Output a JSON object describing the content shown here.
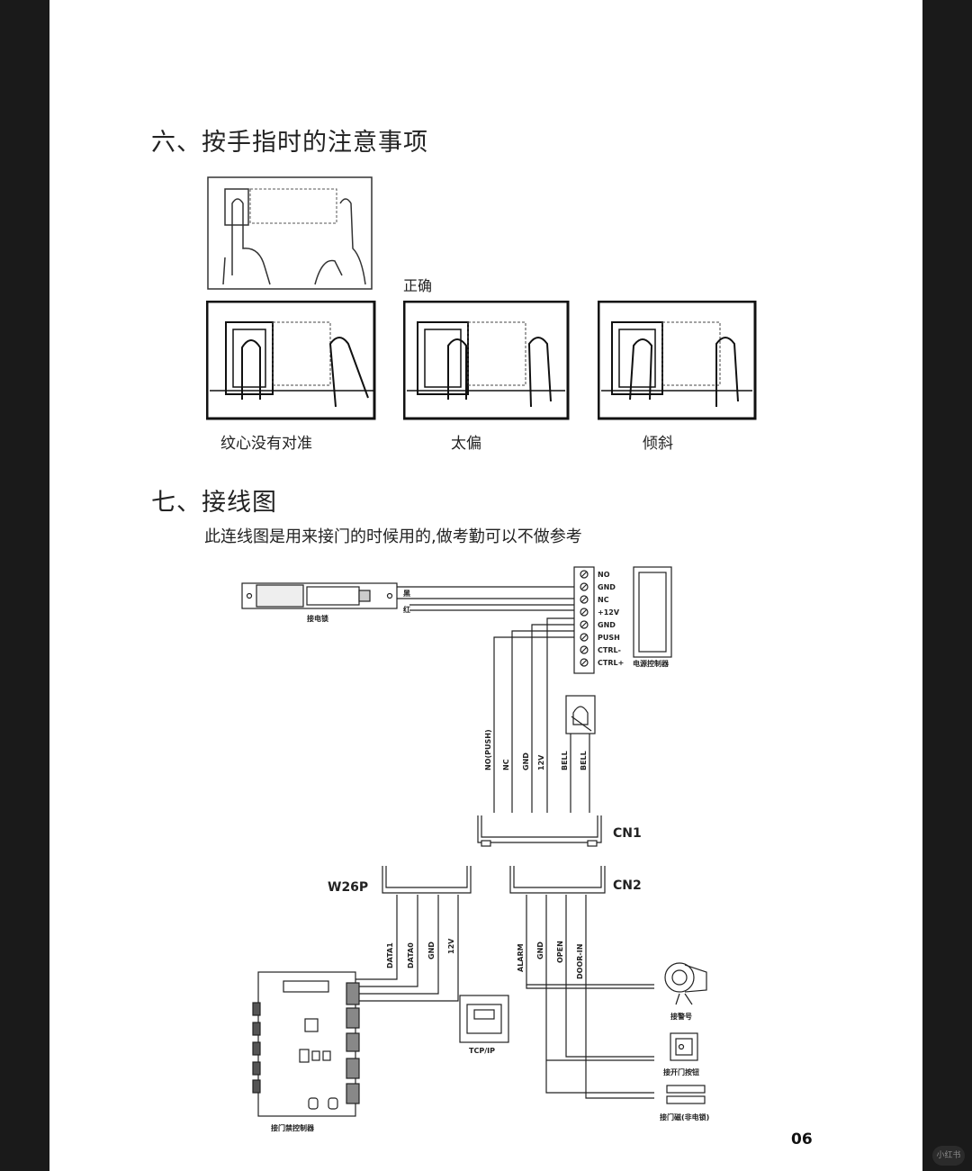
{
  "section6": {
    "title": "六、按手指时的注意事项",
    "correct_label": "正确",
    "captions": [
      "纹心没有对准",
      "太偏",
      "倾斜"
    ]
  },
  "section7": {
    "title": "七、接线图",
    "intro": "此连线图是用来接门的时候用的,做考勤可以不做参考"
  },
  "lock": {
    "label": "接电锁",
    "wire_black": "黑",
    "wire_red": "红"
  },
  "power_terminals": [
    "NO",
    "GND",
    "NC",
    "+12V",
    "GND",
    "PUSH",
    "CTRL-",
    "CTRL+"
  ],
  "power_controller_label": "电源控制器",
  "cn1": {
    "label": "CN1",
    "wires": [
      "NO(PUSH)",
      "NC",
      "GND",
      "12V",
      "BELL",
      "BELL"
    ]
  },
  "w26p": {
    "label": "W26P",
    "wires": [
      "DATA1",
      "DATA0",
      "GND",
      "12V"
    ]
  },
  "cn2": {
    "label": "CN2",
    "wires": [
      "ALARM",
      "GND",
      "OPEN",
      "DOOR-IN"
    ]
  },
  "tcpip_label": "TCP/IP",
  "access_controller_label": "接门禁控制器",
  "alarm_label": "接警号",
  "exit_button_label": "接开门按钮",
  "door_sensor_label": "接门磁(非电锁)",
  "page_number": "06",
  "watermark": "小红书"
}
